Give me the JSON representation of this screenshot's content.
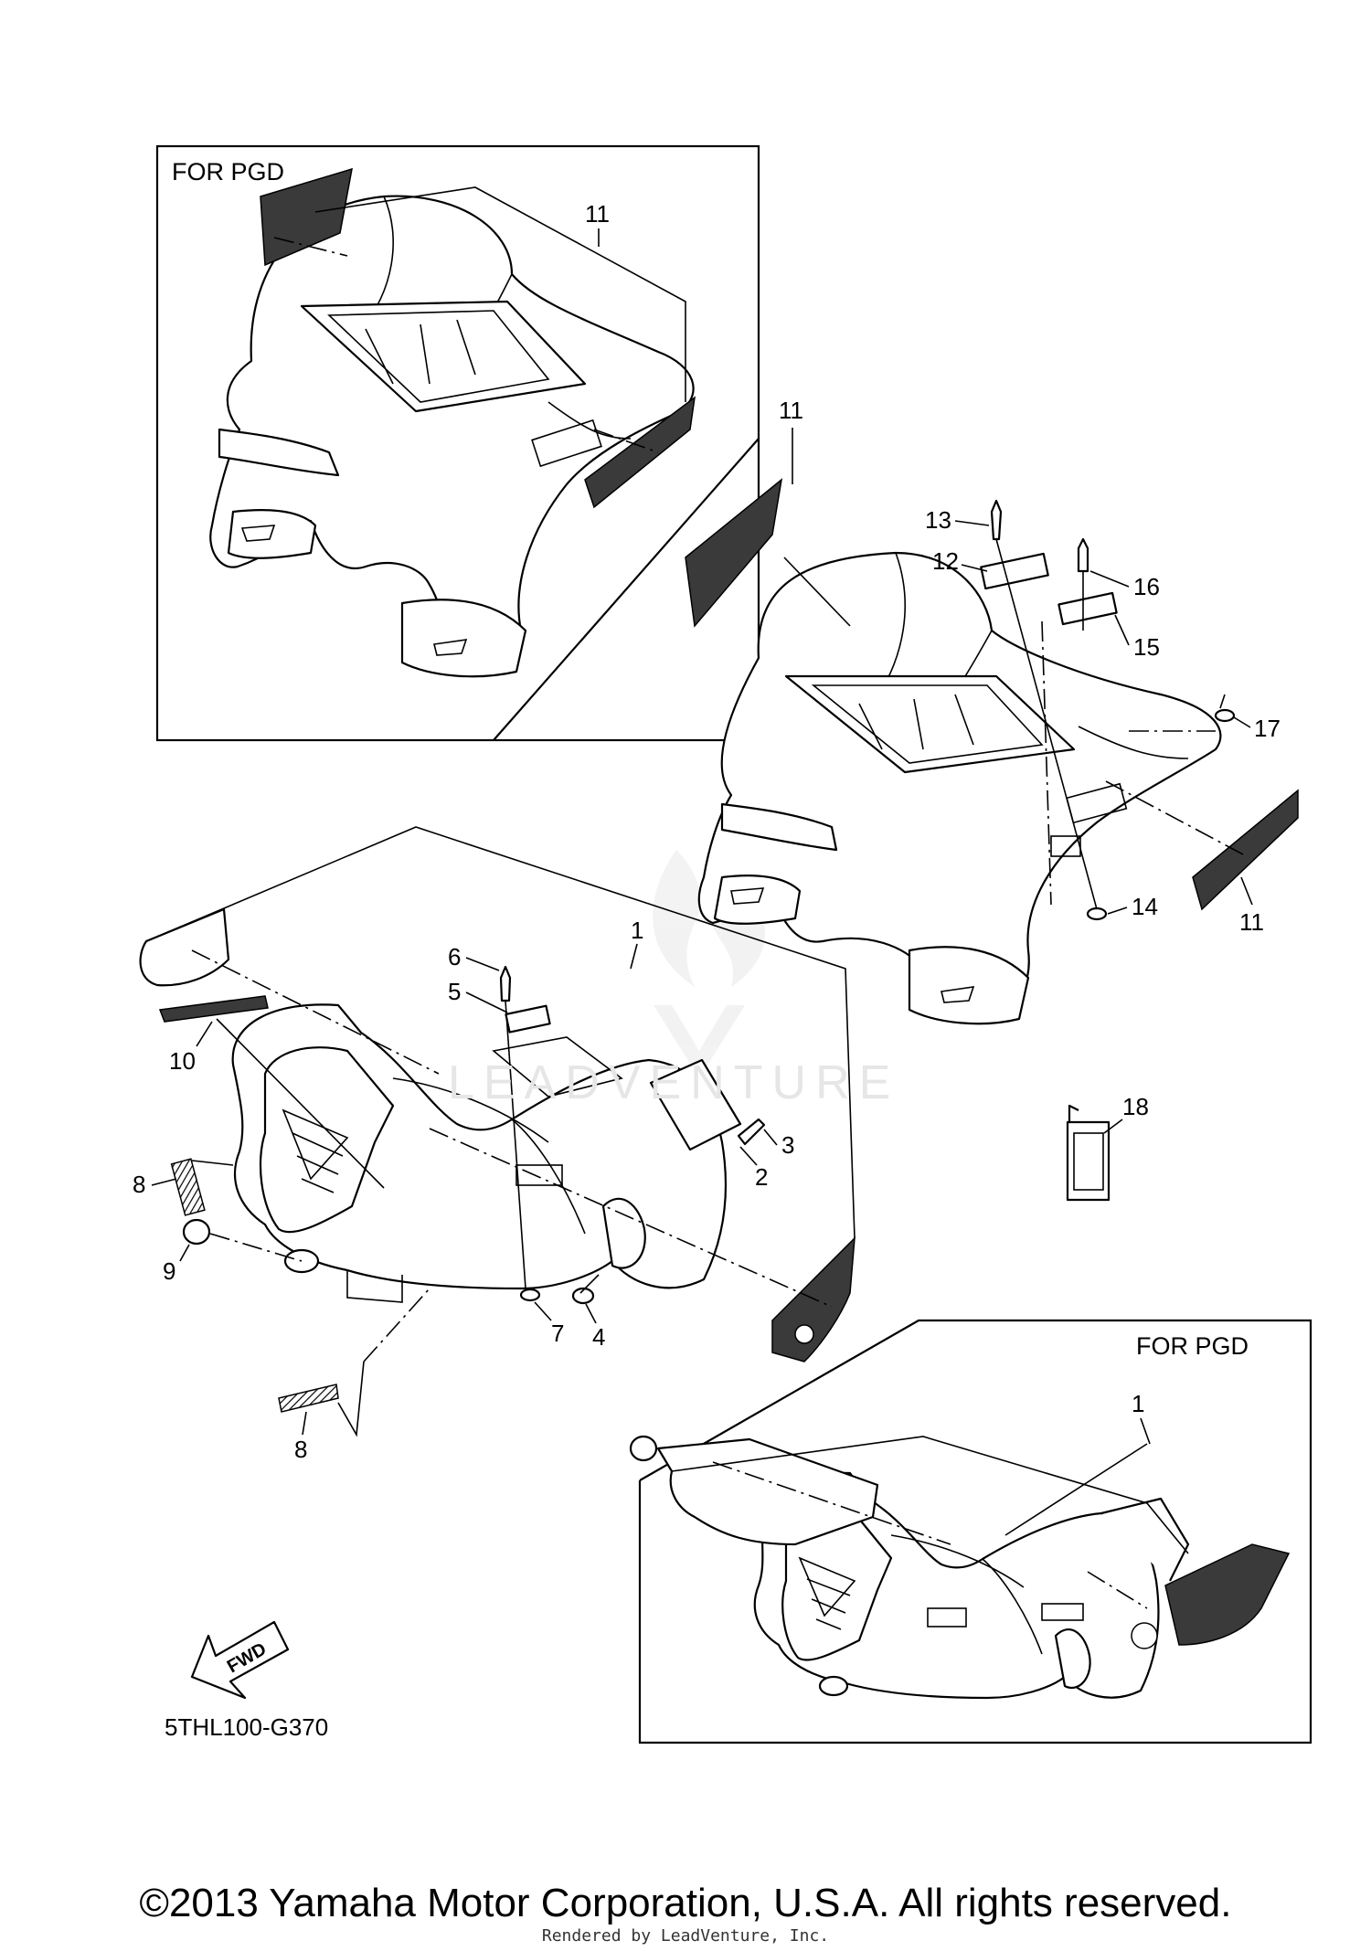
{
  "boxes": {
    "top_left_title": "FOR PGD",
    "bottom_right_title": "FOR PGD"
  },
  "callouts": [
    {
      "id": "c11a",
      "text": "11"
    },
    {
      "id": "c11b",
      "text": "11"
    },
    {
      "id": "c11c",
      "text": "11"
    },
    {
      "id": "c13",
      "text": "13"
    },
    {
      "id": "c12",
      "text": "12"
    },
    {
      "id": "c16",
      "text": "16"
    },
    {
      "id": "c15",
      "text": "15"
    },
    {
      "id": "c17",
      "text": "17"
    },
    {
      "id": "c14",
      "text": "14"
    },
    {
      "id": "c1a",
      "text": "1"
    },
    {
      "id": "c6",
      "text": "6"
    },
    {
      "id": "c5",
      "text": "5"
    },
    {
      "id": "c10",
      "text": "10"
    },
    {
      "id": "c3",
      "text": "3"
    },
    {
      "id": "c2",
      "text": "2"
    },
    {
      "id": "c8a",
      "text": "8"
    },
    {
      "id": "c9",
      "text": "9"
    },
    {
      "id": "c7",
      "text": "7"
    },
    {
      "id": "c4",
      "text": "4"
    },
    {
      "id": "c8b",
      "text": "8"
    },
    {
      "id": "c18",
      "text": "18"
    },
    {
      "id": "c1b",
      "text": "1"
    }
  ],
  "fwd_label": "FWD",
  "diagram_code": "5THL100-G370",
  "watermark": "LEADVENTURE",
  "footer": {
    "copyright": "©2013 Yamaha Motor Corporation, U.S.A. All rights reserved.",
    "rendered_by": "Rendered by LeadVenture, Inc."
  }
}
